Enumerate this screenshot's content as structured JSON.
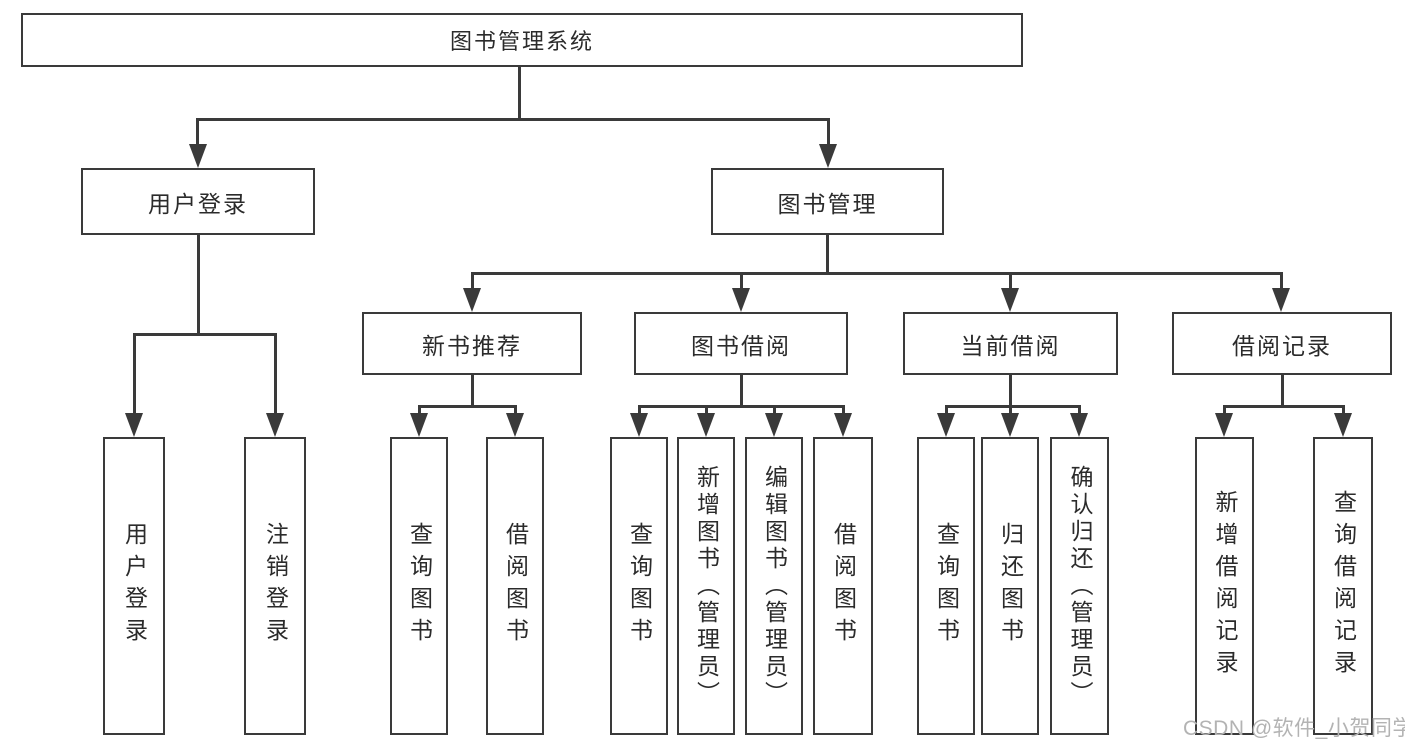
{
  "diagram": {
    "watermark": "CSDN @软件_小贺同学",
    "colors": {
      "line": "#3a3a3a",
      "text": "#2b2b2b",
      "box_fill": "#ffffff",
      "background": "#ffffff",
      "watermark": "#b3b3b3"
    },
    "tree": {
      "label": "图书管理系统",
      "children": [
        {
          "label": "用户登录",
          "children": [
            {
              "label": "用户登录"
            },
            {
              "label": "注销登录"
            }
          ]
        },
        {
          "label": "图书管理",
          "children": [
            {
              "label": "新书推荐",
              "children": [
                {
                  "label": "查询图书"
                },
                {
                  "label": "借阅图书"
                }
              ]
            },
            {
              "label": "图书借阅",
              "children": [
                {
                  "label": "查询图书"
                },
                {
                  "label": "新增图书（管理员）"
                },
                {
                  "label": "编辑图书（管理员）"
                },
                {
                  "label": "借阅图书"
                }
              ]
            },
            {
              "label": "当前借阅",
              "children": [
                {
                  "label": "查询图书"
                },
                {
                  "label": "归还图书"
                },
                {
                  "label": "确认归还（管理员）"
                }
              ]
            },
            {
              "label": "借阅记录",
              "children": [
                {
                  "label": "新增借阅记录"
                },
                {
                  "label": "查询借阅记录"
                }
              ]
            }
          ]
        }
      ]
    }
  }
}
